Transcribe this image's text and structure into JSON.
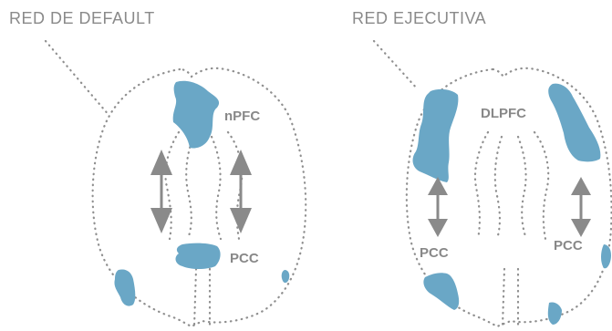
{
  "panels": [
    {
      "title": "RED DE DEFAULT",
      "labels": {
        "region_top": "nPFC",
        "region_bottom": "PCC"
      }
    },
    {
      "title": "RED EJECUTIVA",
      "labels": {
        "region_top": "DLPFC",
        "region_left": "PCC",
        "region_right": "PCC"
      }
    }
  ],
  "colors": {
    "region_fill": "#6aa7c6",
    "arrow": "#8a8a8a",
    "outline": "#8f8f8f",
    "text": "#8a8a8a"
  }
}
